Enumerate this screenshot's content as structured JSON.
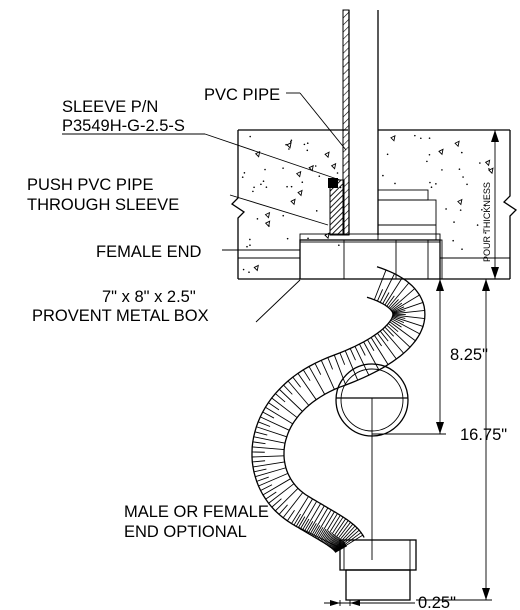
{
  "labels": {
    "sleeve_line1": "SLEEVE P/N",
    "sleeve_line2": "P3549H-G-2.5-S",
    "pvc_pipe": "PVC PIPE",
    "push_line1": "PUSH PVC PIPE",
    "push_line2": "THROUGH SLEEVE",
    "female_end": "FEMALE END",
    "box_line1": "7\" x 8\" x 2.5\"",
    "box_line2": "PROVENT METAL BOX",
    "male_female_line1": "MALE OR FEMALE",
    "male_female_line2": "END OPTIONAL",
    "pour_thickness": "POUR THICKNESS"
  },
  "dimensions": {
    "d1": "8.25\"",
    "d2": "16.75\"",
    "d3": "0.25\""
  }
}
